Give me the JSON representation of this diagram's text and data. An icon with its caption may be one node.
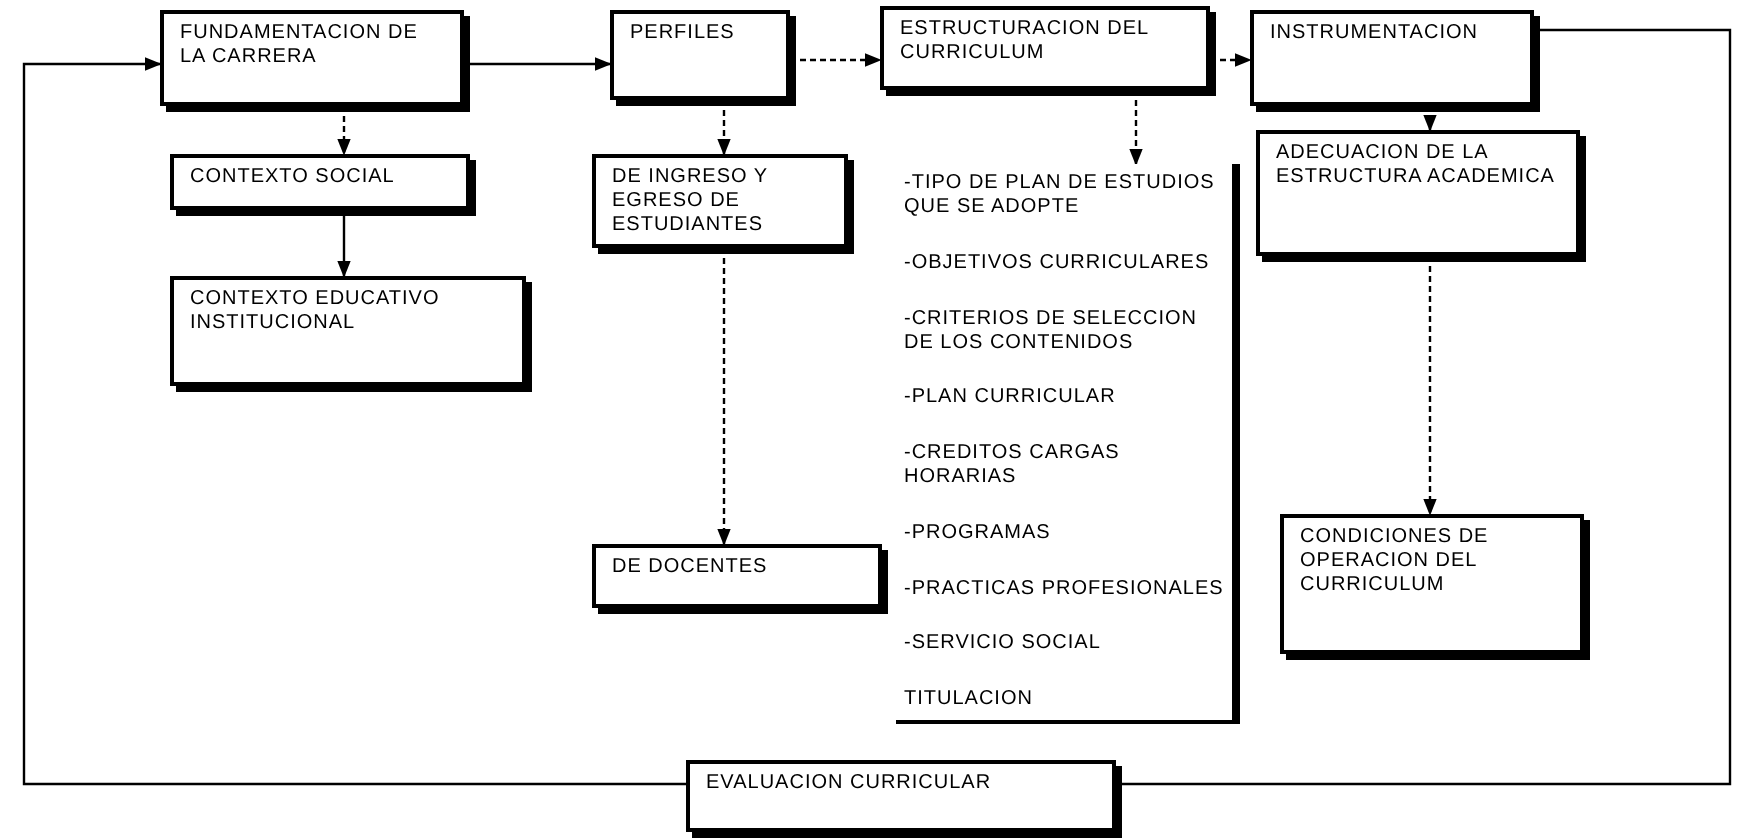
{
  "diagram": {
    "nodes": [
      {
        "text": [
          "FUNDAMENTACION DE LA CARRERA"
        ]
      },
      {
        "text": [
          "PERFILES"
        ]
      },
      {
        "text": [
          "ESTRUCTURACION DEL CURRICULUM"
        ]
      },
      {
        "text": [
          "INSTRUMENTACION"
        ]
      },
      {
        "text": [
          "CONTEXTO SOCIAL"
        ]
      },
      {
        "text": [
          "CONTEXTO EDUCATIVO INSTITUCIONAL"
        ]
      },
      {
        "text": [
          "DE INGRESO Y EGRESO DE ESTUDIANTES"
        ]
      },
      {
        "text": [
          "-TIPO DE PLAN DE ESTUDIOS QUE SE ADOPTE",
          "-OBJETIVOS CURRICULARES",
          "-CRITERIOS DE SELECCION DE LOS CONTENIDOS",
          "-PLAN CURRICULAR",
          "-CREDITOS CARGAS HORARIAS",
          "-PROGRAMAS",
          "-PRACTICAS PROFESIONALES",
          "-SERVICIO SOCIAL",
          "TITULACION"
        ]
      },
      {
        "text": [
          "ADECUACION DE LA ESTRUCTURA ACADEMICA"
        ]
      },
      {
        "text": [
          "DE DOCENTES"
        ]
      },
      {
        "text": [
          "CONDICIONES DE OPERACION DEL CURRICULUM"
        ]
      },
      {
        "text": [
          "EVALUACION CURRICULAR"
        ]
      }
    ],
    "edges": [
      {
        "from": 0,
        "to": 1,
        "arrow": "to"
      },
      {
        "from": 1,
        "to": 2,
        "arrow": "to",
        "style": "dashed"
      },
      {
        "from": 2,
        "to": 3,
        "arrow": "to",
        "style": "dashed"
      },
      {
        "from": 0,
        "to": 4,
        "arrow": "to",
        "style": "dashed"
      },
      {
        "from": 4,
        "to": 5,
        "arrow": "to"
      },
      {
        "from": 1,
        "to": 6,
        "arrow": "to",
        "style": "dashed"
      },
      {
        "from": 6,
        "to": 9,
        "arrow": "to",
        "style": "dashed"
      },
      {
        "from": 2,
        "to": 7,
        "arrow": "to",
        "style": "dashed"
      },
      {
        "from": 3,
        "to": 8,
        "arrow": "to",
        "style": "dashed"
      },
      {
        "from": 8,
        "to": 10,
        "arrow": "to",
        "style": "dashed"
      },
      {
        "from": 11,
        "to": 0,
        "arrow": "to"
      },
      {
        "from": 3,
        "to": 11,
        "arrow": "none"
      }
    ]
  }
}
